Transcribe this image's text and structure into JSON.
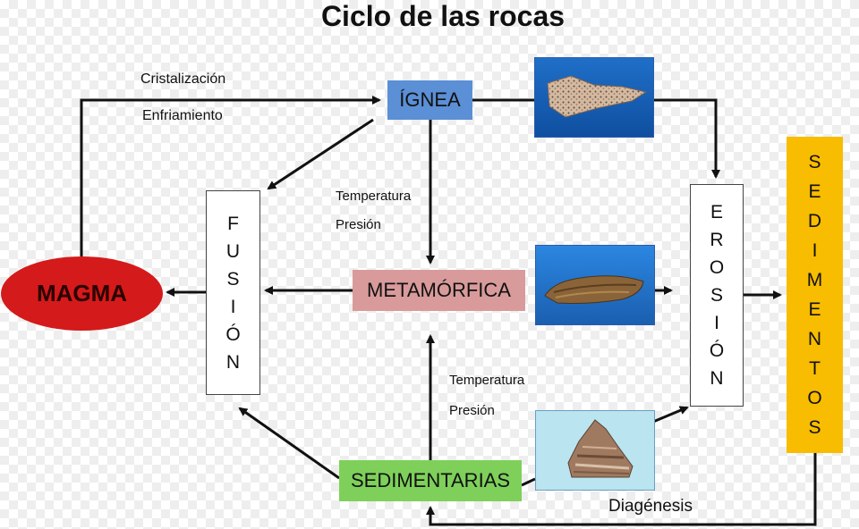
{
  "title": "Ciclo de las rocas",
  "nodes": {
    "ignea": "ÍGNEA",
    "metamorfica": "METAMÓRFICA",
    "sedimentarias": "SEDIMENTARIAS",
    "magma": "MAGMA",
    "fusion": [
      "F",
      "U",
      "S",
      "I",
      "Ó",
      "N"
    ],
    "erosion": [
      "E",
      "R",
      "O",
      "S",
      "I",
      "Ó",
      "N"
    ],
    "sedimentos": [
      "S",
      "E",
      "D",
      "I",
      "M",
      "E",
      "N",
      "T",
      "O",
      "S"
    ]
  },
  "labels": {
    "cristalizacion": "Cristalización",
    "enfriamiento": "Enfriamiento",
    "temperatura_1": "Temperatura",
    "presion_1": "Presión",
    "temperatura_2": "Temperatura",
    "presion_2": "Presión",
    "diagenesis": "Diagénesis"
  },
  "colors": {
    "ignea": "#5b8fd6",
    "metamorfica": "#d99a9b",
    "sedimentarias": "#7ed05a",
    "magma": "#d41a1a",
    "sedimentos": "#f8bc00"
  },
  "photos": {
    "ignea": "granite-rock",
    "metamorfica": "metamorphic-rock",
    "sedimentarias": "sedimentary-rock"
  }
}
